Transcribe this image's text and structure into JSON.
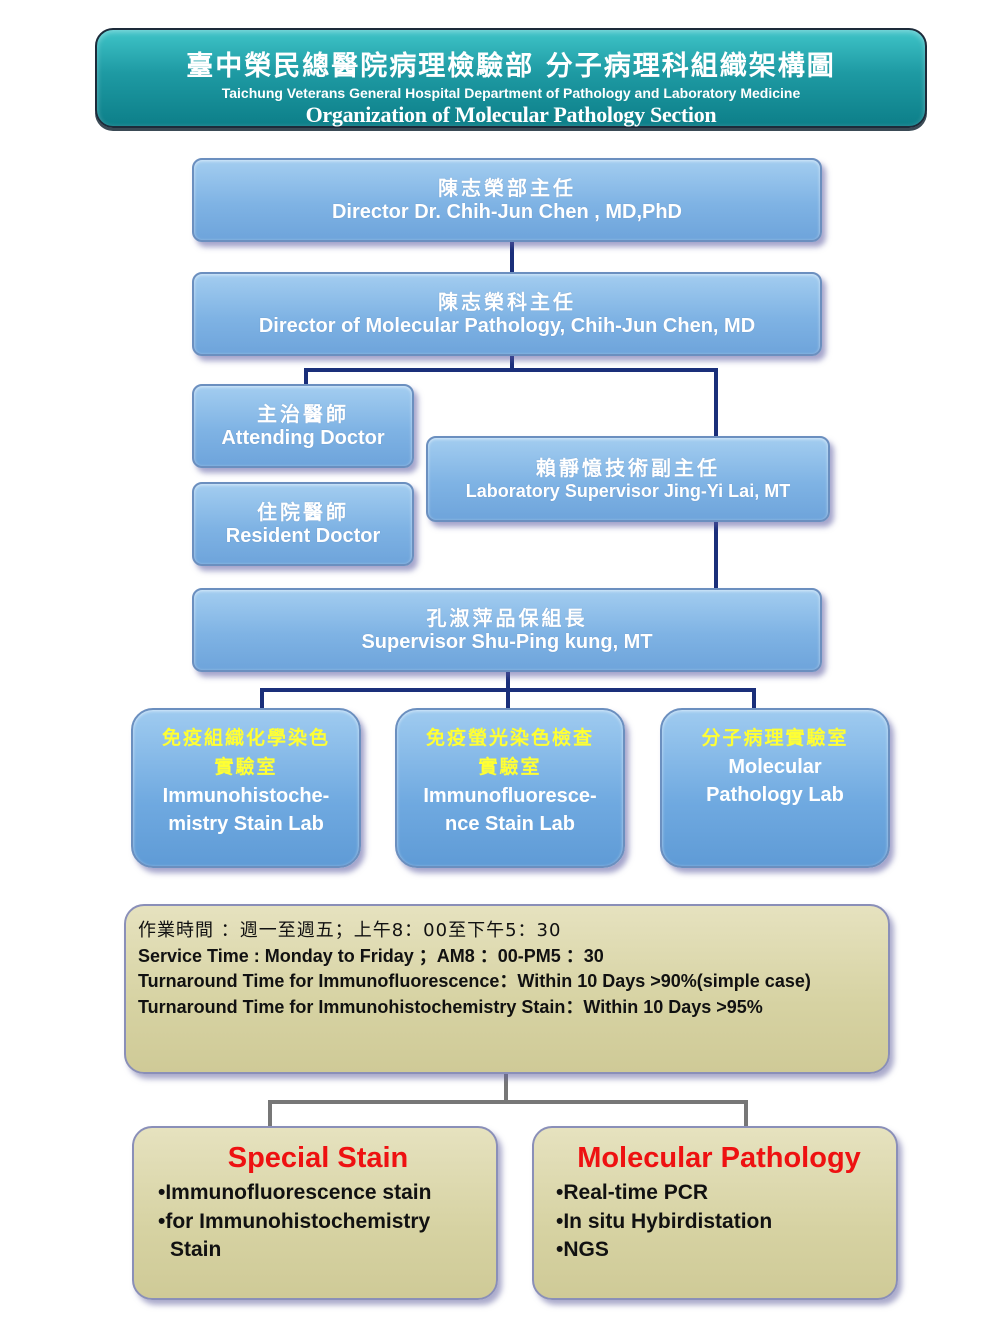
{
  "title": {
    "zh": "臺中榮民總醫院病理檢驗部 分子病理科組織架構圖",
    "en_dept": "Taichung Veterans General Hospital Department of Pathology and Laboratory Medicine",
    "en_org": "Organization of Molecular Pathology Section"
  },
  "nodes": {
    "dept_director": {
      "zh": "陳志榮部主任",
      "en": "Director Dr. Chih-Jun Chen , MD,PhD"
    },
    "section_director": {
      "zh": "陳志榮科主任",
      "en": "Director of Molecular Pathology, Chih-Jun Chen, MD"
    },
    "attending": {
      "zh": "主治醫師",
      "en": "Attending Doctor"
    },
    "resident": {
      "zh": "住院醫師",
      "en": "Resident Doctor"
    },
    "lab_supervisor": {
      "zh": "賴靜憶技術副主任",
      "en": "Laboratory Supervisor Jing-Yi Lai, MT"
    },
    "qa_supervisor": {
      "zh": "孔淑萍品保組長",
      "en": "Supervisor Shu-Ping kung, MT"
    }
  },
  "labs": [
    {
      "zh_1": "免疫組織化學染色",
      "zh_2": "實驗室",
      "en_1": "Immunohistoche-",
      "en_2": "mistry Stain Lab"
    },
    {
      "zh_1": "免疫螢光染色檢查",
      "zh_2": "實驗室",
      "en_1": "Immunofluoresce-",
      "en_2": "nce Stain Lab"
    },
    {
      "zh_1": "分子病理實驗室",
      "en_1": "Molecular",
      "en_2": "Pathology Lab"
    }
  ],
  "service": {
    "zh": "作業時間 ：週一至週五；上午8：00至下午5：30",
    "line1": "Service Time : Monday to Friday ；AM8 ：00-PM5 ：30",
    "line2": "Turnaround Time for Immunofluorescence：Within 10 Days >90%(simple case)",
    "line3": "Turnaround Time for Immunohistochemistry Stain：Within 10 Days >95%"
  },
  "categories": [
    {
      "title": "Special Stain",
      "items": [
        "•Immunofluorescence stain",
        "•for Immunohistochemistry Stain"
      ]
    },
    {
      "title": "Molecular Pathology",
      "items": [
        "•Real-time PCR",
        "•In situ Hybirdistation",
        "•NGS"
      ]
    }
  ],
  "colors": {
    "banner": "#1e9aa3",
    "box_blue": "#7fb3e4",
    "lab_title_yellow": "#ffff33",
    "tan": "#d6d2a2",
    "category_red": "#ee1111",
    "connector_navy": "#1a2f7a",
    "connector_gray": "#777777"
  }
}
